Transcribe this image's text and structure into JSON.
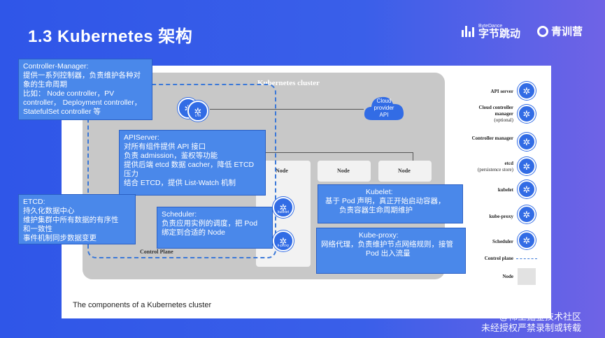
{
  "slide": {
    "title": "1.3 Kubernetes 架构"
  },
  "brand": {
    "bytedance_small": "ByteDance",
    "bytedance_big": "字节跳动",
    "qingxun": "青训营"
  },
  "diagram": {
    "cluster_label": "Kubernetes cluster",
    "control_plane_label": "Control Plane",
    "nodes": [
      {
        "label": "Node"
      },
      {
        "label": "Node"
      },
      {
        "label": "Node"
      }
    ],
    "cloud": {
      "line1": "Cloud",
      "line2": "provider",
      "line3": "API"
    },
    "icons": {
      "c_m": "c-m",
      "kubelet": "kubelet",
      "k_proxy": "k-proxy"
    },
    "caption": "The components of a Kubernetes cluster"
  },
  "legend": [
    {
      "label": "API server",
      "icon": "api"
    },
    {
      "label": "Cloud controller manager",
      "sub": "(optional)",
      "icon": "c-c-m"
    },
    {
      "label": "Controller manager",
      "icon": "c-m"
    },
    {
      "label": "etcd",
      "sub": "(persistence store)",
      "icon": "etcd"
    },
    {
      "label": "kubelet",
      "icon": "kubelet"
    },
    {
      "label": "kube-proxy",
      "icon": "k-proxy"
    },
    {
      "label": "Scheduler",
      "icon": "sched"
    },
    {
      "label": "Control plane"
    },
    {
      "label": "Node"
    }
  ],
  "callouts": {
    "controller_manager": [
      "Controller-Manager:",
      "提供一系列控制器，负责维护各种对",
      "象的生命周期",
      "比如： Node controller，PV",
      "controller， Deployment controller，",
      "StatefulSet controller 等"
    ],
    "apiserver": [
      "APIServer:",
      "对所有组件提供 API 接口",
      "负责 admission，鉴权等功能",
      "提供后端 etcd 数据 cacher，降低 ETCD",
      "压力",
      "结合 ETCD，提供 List-Watch 机制"
    ],
    "etcd": [
      "ETCD:",
      "持久化数据中心",
      "维护集群中所有数据的有序性",
      "和一致性",
      "事件机制同步数据变更"
    ],
    "scheduler": [
      "Scheduler:",
      "负责应用实例的调度，把 Pod",
      "绑定到合适的 Node"
    ],
    "kubelet": [
      "Kubelet:",
      "基于 Pod 声明，真正开始启动容器，",
      "负责容器生命周期维护"
    ],
    "kube_proxy": [
      "Kube-proxy:",
      "网络代理，负责维护节点网络规则，接管",
      "Pod 出入流量"
    ]
  },
  "watermark": {
    "line1": "@稀土掘金技术社区",
    "line2": "未经授权严禁录制或转载"
  },
  "colors": {
    "background": "#2f56e8",
    "callout": "#4a88ea",
    "k8s_blue": "#326ce5",
    "cluster_gray": "#c8c8c8"
  }
}
